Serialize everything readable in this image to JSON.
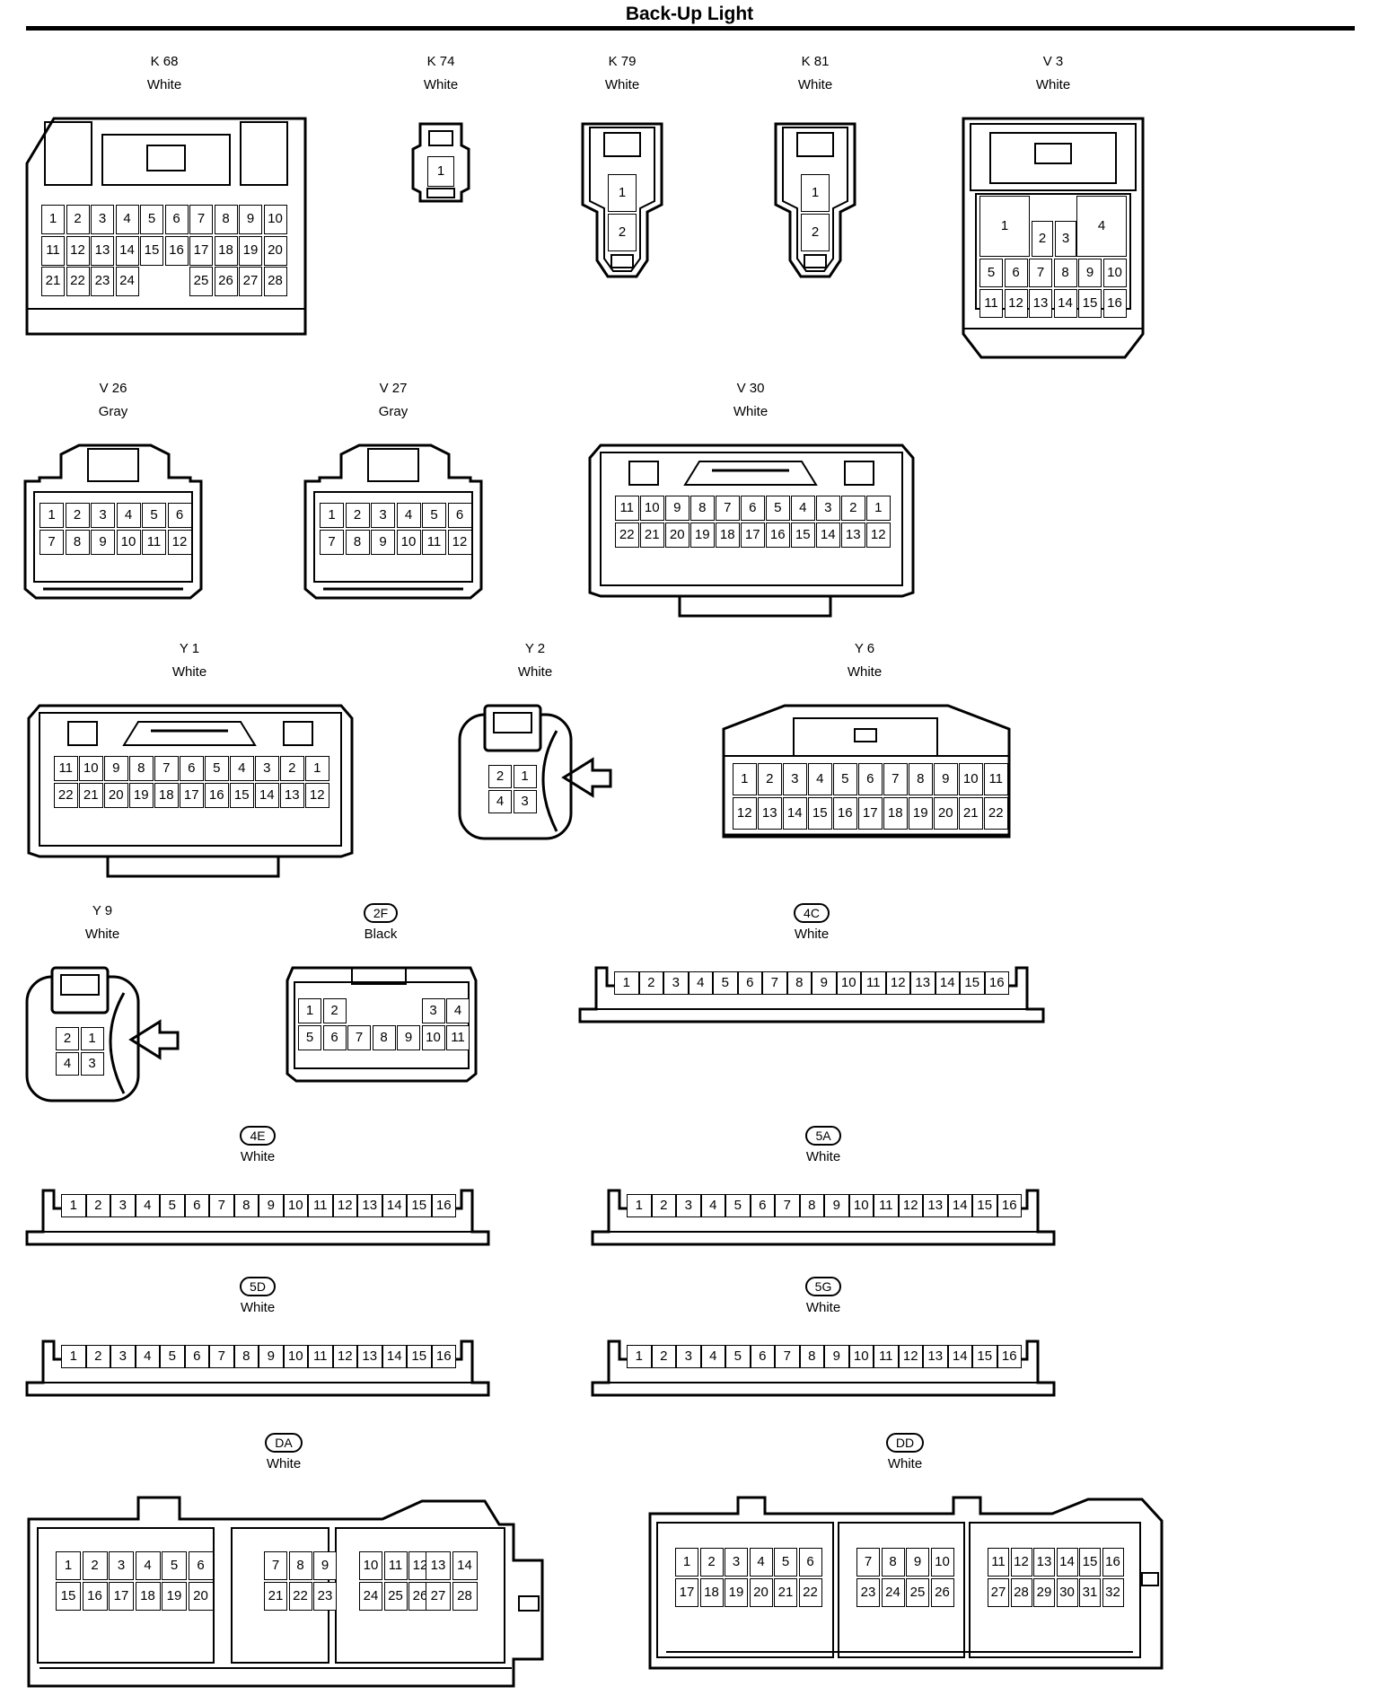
{
  "page": {
    "title": "Back-Up Light"
  },
  "connectors": [
    {
      "id": "K 68",
      "color": "White",
      "boxed": false,
      "rows": [
        [
          "1",
          "2",
          "3",
          "4",
          "5",
          "6",
          "7",
          "8",
          "9",
          "10"
        ],
        [
          "11",
          "12",
          "13",
          "14",
          "15",
          "16",
          "17",
          "18",
          "19",
          "20"
        ],
        [
          "21",
          "22",
          "23",
          "24",
          "",
          "",
          "25",
          "26",
          "27",
          "28"
        ]
      ]
    },
    {
      "id": "K 74",
      "color": "White",
      "boxed": false,
      "rows": [
        [
          "1"
        ]
      ]
    },
    {
      "id": "K 79",
      "color": "White",
      "boxed": false,
      "rows": [
        [
          "1"
        ],
        [
          "2"
        ]
      ]
    },
    {
      "id": "K 81",
      "color": "White",
      "boxed": false,
      "rows": [
        [
          "1"
        ],
        [
          "2"
        ]
      ]
    },
    {
      "id": "V 3",
      "color": "White",
      "boxed": false,
      "big_pins": [
        "1",
        "4"
      ],
      "top_pins": [
        "2",
        "3"
      ],
      "rows": [
        [
          "5",
          "6",
          "7",
          "8",
          "9",
          "10"
        ],
        [
          "11",
          "12",
          "13",
          "14",
          "15",
          "16"
        ]
      ]
    },
    {
      "id": "V 26",
      "color": "Gray",
      "boxed": false,
      "rows": [
        [
          "1",
          "2",
          "3",
          "4",
          "5",
          "6"
        ],
        [
          "7",
          "8",
          "9",
          "10",
          "11",
          "12"
        ]
      ]
    },
    {
      "id": "V 27",
      "color": "Gray",
      "boxed": false,
      "rows": [
        [
          "1",
          "2",
          "3",
          "4",
          "5",
          "6"
        ],
        [
          "7",
          "8",
          "9",
          "10",
          "11",
          "12"
        ]
      ]
    },
    {
      "id": "V 30",
      "color": "White",
      "boxed": false,
      "rows": [
        [
          "11",
          "10",
          "9",
          "8",
          "7",
          "6",
          "5",
          "4",
          "3",
          "2",
          "1"
        ],
        [
          "22",
          "21",
          "20",
          "19",
          "18",
          "17",
          "16",
          "15",
          "14",
          "13",
          "12"
        ]
      ]
    },
    {
      "id": "Y 1",
      "color": "White",
      "boxed": false,
      "rows": [
        [
          "11",
          "10",
          "9",
          "8",
          "7",
          "6",
          "5",
          "4",
          "3",
          "2",
          "1"
        ],
        [
          "22",
          "21",
          "20",
          "19",
          "18",
          "17",
          "16",
          "15",
          "14",
          "13",
          "12"
        ]
      ]
    },
    {
      "id": "Y 2",
      "color": "White",
      "boxed": false,
      "rows": [
        [
          "2",
          "1"
        ],
        [
          "4",
          "3"
        ]
      ]
    },
    {
      "id": "Y 6",
      "color": "White",
      "boxed": false,
      "rows": [
        [
          "1",
          "2",
          "3",
          "4",
          "5",
          "6",
          "7",
          "8",
          "9",
          "10",
          "11"
        ],
        [
          "12",
          "13",
          "14",
          "15",
          "16",
          "17",
          "18",
          "19",
          "20",
          "21",
          "22"
        ]
      ]
    },
    {
      "id": "Y 9",
      "color": "White",
      "boxed": false,
      "rows": [
        [
          "2",
          "1"
        ],
        [
          "4",
          "3"
        ]
      ]
    },
    {
      "id": "2F",
      "color": "Black",
      "boxed": true,
      "rows": [
        [
          "1",
          "2",
          "",
          "",
          "",
          "3",
          "4"
        ],
        [
          "5",
          "6",
          "7",
          "8",
          "9",
          "10",
          "11"
        ]
      ]
    },
    {
      "id": "4C",
      "color": "White",
      "boxed": true,
      "rows": [
        [
          "1",
          "2",
          "3",
          "4",
          "5",
          "6",
          "7",
          "8",
          "9",
          "10",
          "11",
          "12",
          "13",
          "14",
          "15",
          "16"
        ]
      ]
    },
    {
      "id": "4E",
      "color": "White",
      "boxed": true,
      "rows": [
        [
          "1",
          "2",
          "3",
          "4",
          "5",
          "6",
          "7",
          "8",
          "9",
          "10",
          "11",
          "12",
          "13",
          "14",
          "15",
          "16"
        ]
      ]
    },
    {
      "id": "5A",
      "color": "White",
      "boxed": true,
      "rows": [
        [
          "1",
          "2",
          "3",
          "4",
          "5",
          "6",
          "7",
          "8",
          "9",
          "10",
          "11",
          "12",
          "13",
          "14",
          "15",
          "16"
        ]
      ]
    },
    {
      "id": "5D",
      "color": "White",
      "boxed": true,
      "rows": [
        [
          "1",
          "2",
          "3",
          "4",
          "5",
          "6",
          "7",
          "8",
          "9",
          "10",
          "11",
          "12",
          "13",
          "14",
          "15",
          "16"
        ]
      ]
    },
    {
      "id": "5G",
      "color": "White",
      "boxed": true,
      "rows": [
        [
          "1",
          "2",
          "3",
          "4",
          "5",
          "6",
          "7",
          "8",
          "9",
          "10",
          "11",
          "12",
          "13",
          "14",
          "15",
          "16"
        ]
      ]
    },
    {
      "id": "DA",
      "color": "White",
      "boxed": true,
      "blocks": [
        [
          [
            "1",
            "2",
            "3",
            "4",
            "5",
            "6"
          ],
          [
            "15",
            "16",
            "17",
            "18",
            "19",
            "20"
          ]
        ],
        [
          [
            "7",
            "8",
            "9"
          ],
          [
            "21",
            "22",
            "23"
          ]
        ],
        [
          [
            "10",
            "11",
            "12"
          ],
          [
            "24",
            "25",
            "26"
          ]
        ],
        [
          [
            "13",
            "14"
          ],
          [
            "27",
            "28"
          ]
        ]
      ]
    },
    {
      "id": "DD",
      "color": "White",
      "boxed": true,
      "blocks": [
        [
          [
            "1",
            "2",
            "3",
            "4",
            "5",
            "6"
          ],
          [
            "17",
            "18",
            "19",
            "20",
            "21",
            "22"
          ]
        ],
        [
          [
            "7",
            "8",
            "9",
            "10"
          ],
          [
            "23",
            "24",
            "25",
            "26"
          ]
        ],
        [
          [
            "11",
            "12",
            "13",
            "14",
            "15",
            "16"
          ],
          [
            "27",
            "28",
            "29",
            "30",
            "31",
            "32"
          ]
        ]
      ]
    }
  ]
}
